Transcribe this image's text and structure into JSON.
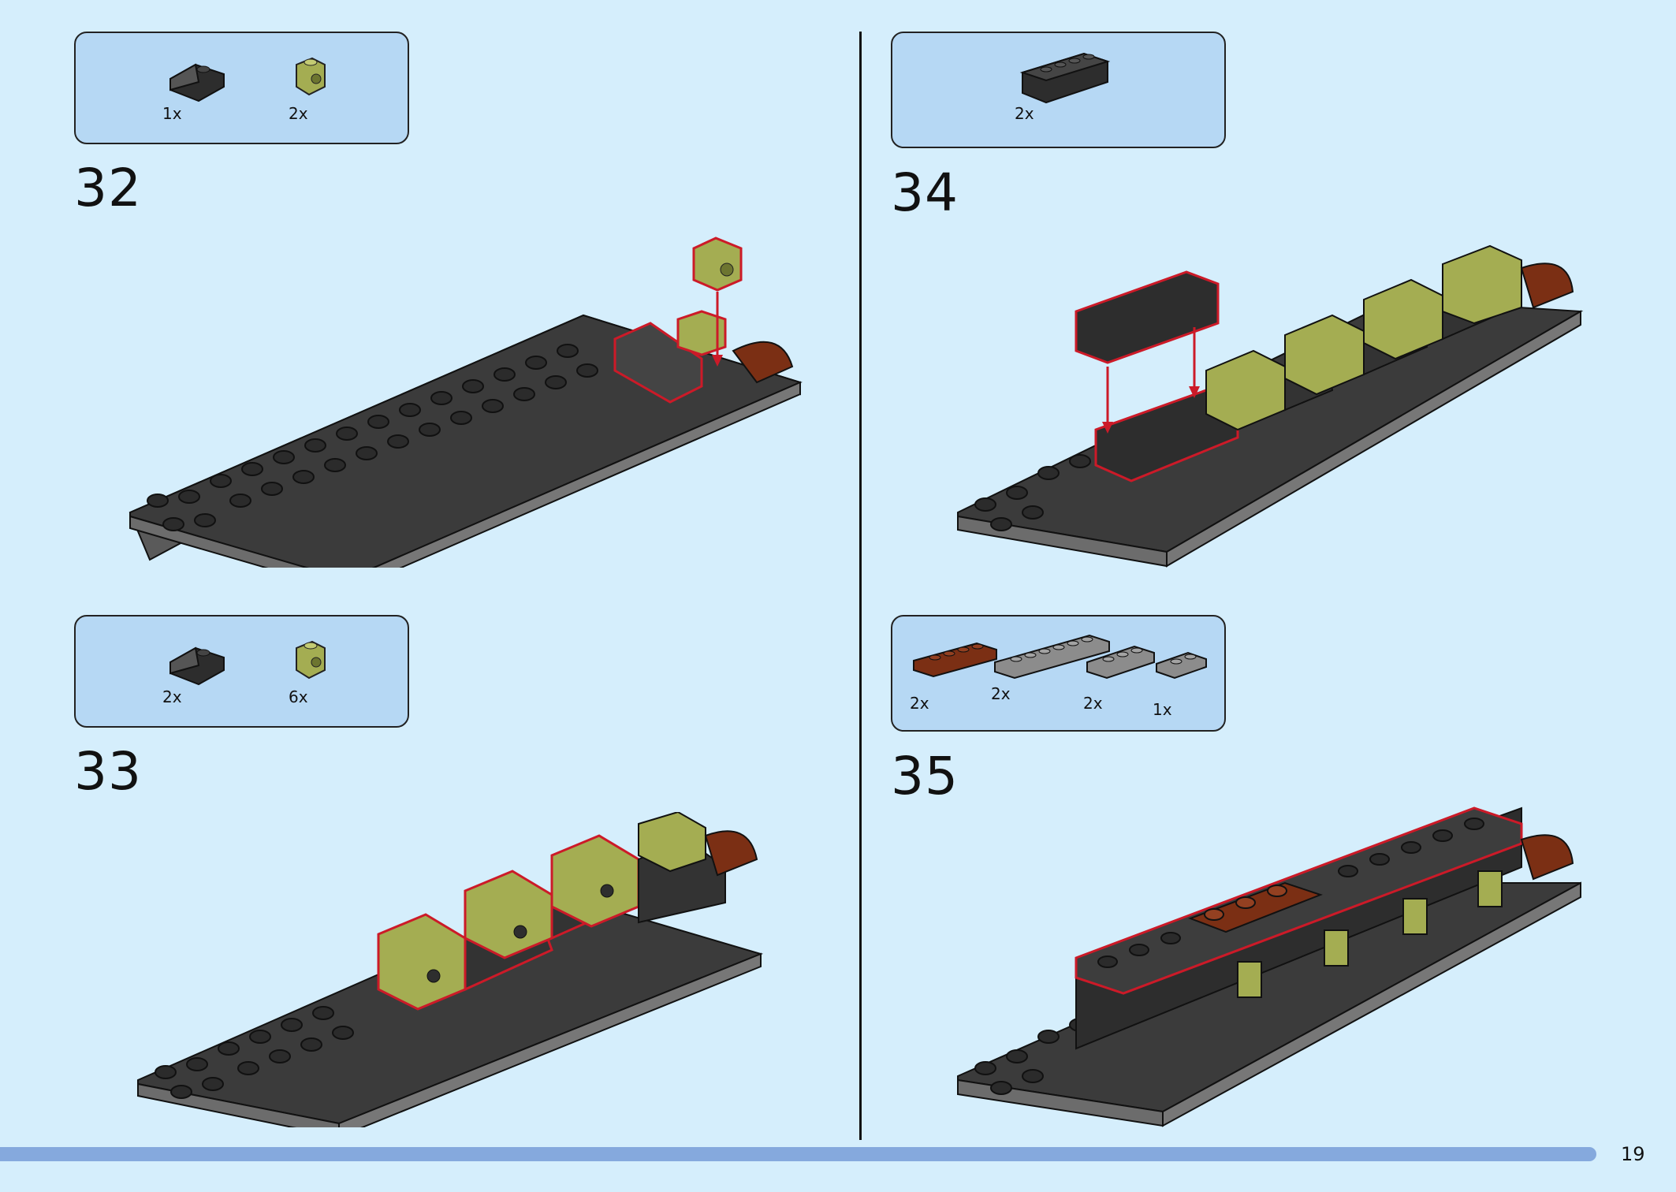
{
  "page": {
    "number": "19"
  },
  "steps": [
    {
      "number": "32",
      "parts": [
        {
          "qty": "1x",
          "icon": "black-slope-brick-icon"
        },
        {
          "qty": "2x",
          "icon": "olive-1x1-brick-stud-icon"
        }
      ]
    },
    {
      "number": "33",
      "parts": [
        {
          "qty": "2x",
          "icon": "black-slope-brick-icon"
        },
        {
          "qty": "6x",
          "icon": "olive-1x1-brick-stud-icon"
        }
      ]
    },
    {
      "number": "34",
      "parts": [
        {
          "qty": "2x",
          "icon": "black-1x4-brick-icon"
        }
      ]
    },
    {
      "number": "35",
      "parts": [
        {
          "qty": "2x",
          "icon": "brown-1x4-plate-icon"
        },
        {
          "qty": "2x",
          "icon": "grey-1x6-plate-icon"
        },
        {
          "qty": "2x",
          "icon": "grey-1x3-plate-icon"
        },
        {
          "qty": "1x",
          "icon": "grey-1x2-plate-icon"
        }
      ]
    }
  ],
  "colors": {
    "background": "#d5eefc",
    "parts_box": "#b6d8f4",
    "highlight": "#cc1a28",
    "olive": "#a4ad52",
    "brown": "#7b2f14",
    "dark": "#3a3a3a",
    "grey": "#8c8c8c"
  }
}
